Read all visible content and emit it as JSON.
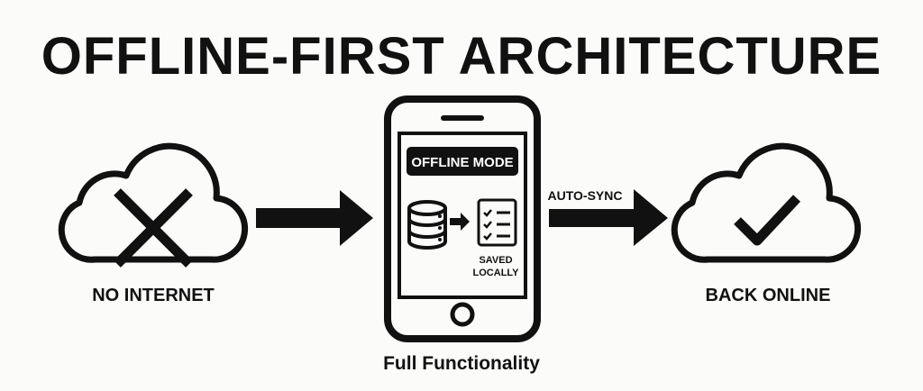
{
  "title": "OFFLINE-FIRST ARCHITECTURE",
  "left": {
    "label": "NO INTERNET",
    "icon": "cloud-x-icon"
  },
  "phone": {
    "badge": "OFFLINE MODE",
    "saved_line1": "SAVED",
    "saved_line2": "LOCALLY",
    "caption": "Full Functionality"
  },
  "sync_label": "AUTO-SYNC",
  "right": {
    "label": "BACK ONLINE",
    "icon": "cloud-check-icon"
  }
}
